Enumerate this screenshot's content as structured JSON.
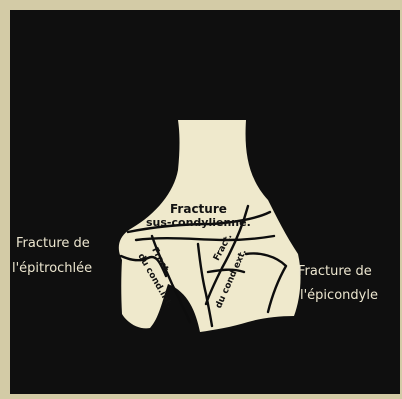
{
  "labels": {
    "supracondylar_line1": "Fracture",
    "supracondylar_line2": "sus-condylienne.",
    "epitrochlea_line1": "Fracture de",
    "epitrochlea_line2": "l'épitrochlée",
    "epicondyle_line1": "Fracture de",
    "epicondyle_line2": "l'épicondyle",
    "internal_condyle_line1": "Fract.",
    "internal_condyle_line2": "du cond.int.",
    "external_condyle_line1": "Fract.",
    "external_condyle_line2": "du cond.ext."
  },
  "colors": {
    "paper": "#d3cba6",
    "background": "#0f0f0f",
    "bone": "#efe9cc",
    "fracture_line": "#0d0d0d"
  }
}
